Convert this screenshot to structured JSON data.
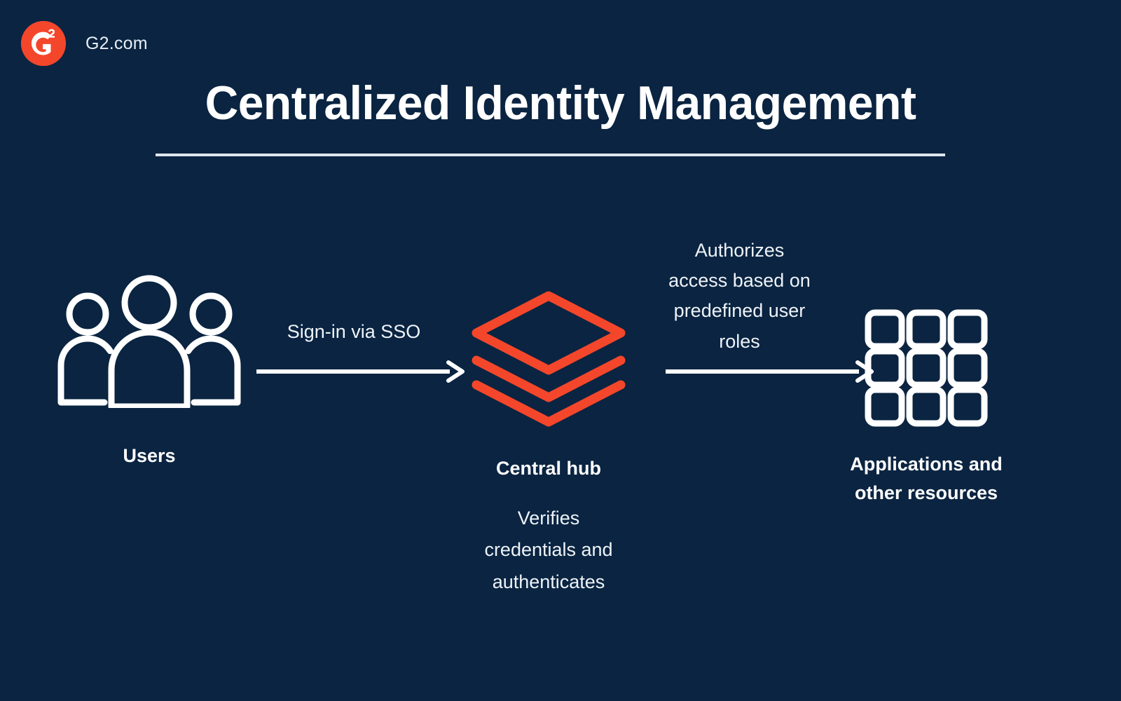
{
  "page": {
    "background_color": "#0a2441",
    "accent_color": "#f4462b",
    "text_color": "#ffffff"
  },
  "brand": {
    "logo_icon": "g2-logo-icon",
    "name": "G2.com"
  },
  "header": {
    "title": "Centralized Identity Management"
  },
  "diagram": {
    "nodes": [
      {
        "id": "users",
        "icon": "users-group-icon",
        "label": "Users",
        "sub": ""
      },
      {
        "id": "central-hub",
        "icon": "layers-stack-icon",
        "label": "Central hub",
        "sub": "Verifies\ncredentials and\nauthenticates"
      },
      {
        "id": "applications",
        "icon": "apps-grid-icon",
        "label": "Applications and\nother resources",
        "sub": ""
      }
    ],
    "edges": [
      {
        "id": "edge-users-to-hub",
        "from": "users",
        "to": "central-hub",
        "label": "Sign-in via SSO",
        "arrow_icon": "arrow-right-icon"
      },
      {
        "id": "edge-hub-to-apps",
        "from": "central-hub",
        "to": "applications",
        "label": "Authorizes\naccess based on\npredefined user\nroles",
        "arrow_icon": "arrow-right-icon"
      }
    ]
  }
}
